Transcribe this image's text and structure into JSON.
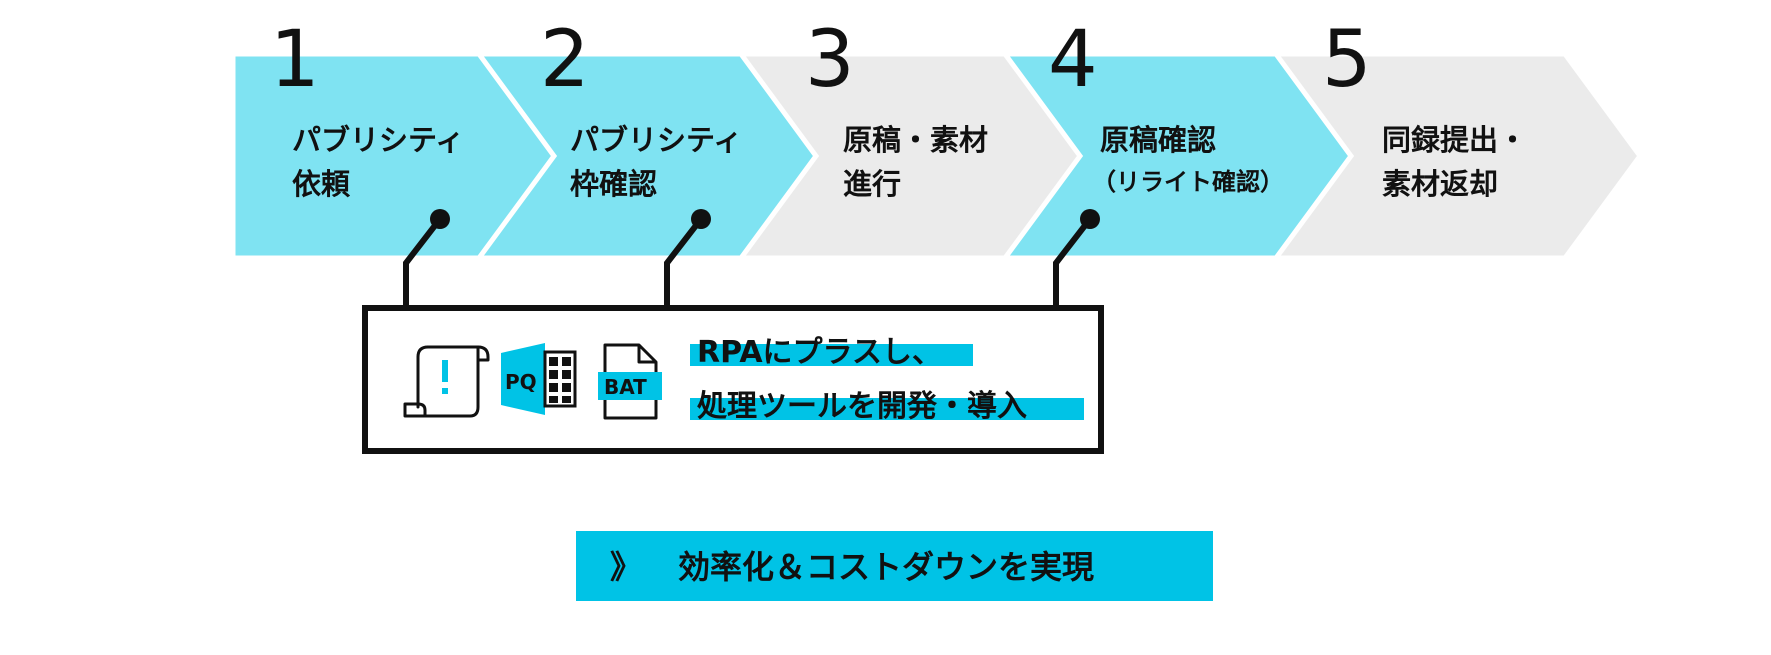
{
  "colors": {
    "accent": "#7fe3f2",
    "inactive": "#ebebeb",
    "highlight": "#00c3e6",
    "ink": "#111111"
  },
  "steps": [
    {
      "number": "1",
      "lines": [
        "パブリシティ",
        "依頼"
      ],
      "active": true
    },
    {
      "number": "2",
      "lines": [
        "パブリシティ",
        "枠確認"
      ],
      "active": true
    },
    {
      "number": "3",
      "lines": [
        "原稿・素材",
        "進行"
      ],
      "active": false
    },
    {
      "number": "4",
      "lines": [
        "原稿確認",
        "（リライト確認）"
      ],
      "active": true
    },
    {
      "number": "5",
      "lines": [
        "同録提出・",
        "素材返却"
      ],
      "active": false
    }
  ],
  "banner": {
    "line1": "RPAにプラスし、",
    "line2": "処理ツールを開発・導入",
    "icons": {
      "script": "script-alert-icon",
      "powerquery": "power-query-icon",
      "bat": "bat-file-icon",
      "pq_text": "PQ",
      "bat_text": "BAT"
    }
  },
  "footer": {
    "arrows": "》",
    "text": "効率化＆コストダウンを実現"
  }
}
